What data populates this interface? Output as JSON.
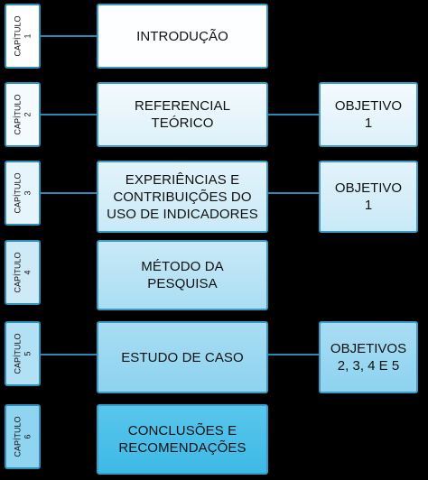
{
  "diagram": {
    "rows": [
      {
        "chapter": "CAPÍTULO\n1",
        "main": "INTRODUÇÃO",
        "objective": null
      },
      {
        "chapter": "CAPÍTULO\n2",
        "main": "REFERENCIAL\nTEÓRICO",
        "objective": "OBJETIVO\n1"
      },
      {
        "chapter": "CAPÍTULO\n3",
        "main": "EXPERIÊNCIAS E\nCONTRIBUIÇÕES DO\nUSO DE INDICADORES",
        "objective": "OBJETIVO\n1"
      },
      {
        "chapter": "CAPÍTULO\n4",
        "main": "MÉTODO DA\nPESQUISA",
        "objective": null
      },
      {
        "chapter": "CAPÍTULO\n5",
        "main": "ESTUDO DE CASO",
        "objective": "OBJETIVOS\n2, 3, 4 E 5"
      },
      {
        "chapter": "CAPÍTULO\n6",
        "main": "CONCLUSÕES E\nRECOMENDAÇÕES",
        "objective": null
      }
    ],
    "colors": {
      "background": "#000000",
      "border": "#3a9cc4",
      "connector": "#2b8ab5",
      "fill_white": "#fdfeff",
      "fill_light": "#d8eef8",
      "fill_mid": "#9fd8f0",
      "fill_strong": "#4fc3ea"
    }
  }
}
